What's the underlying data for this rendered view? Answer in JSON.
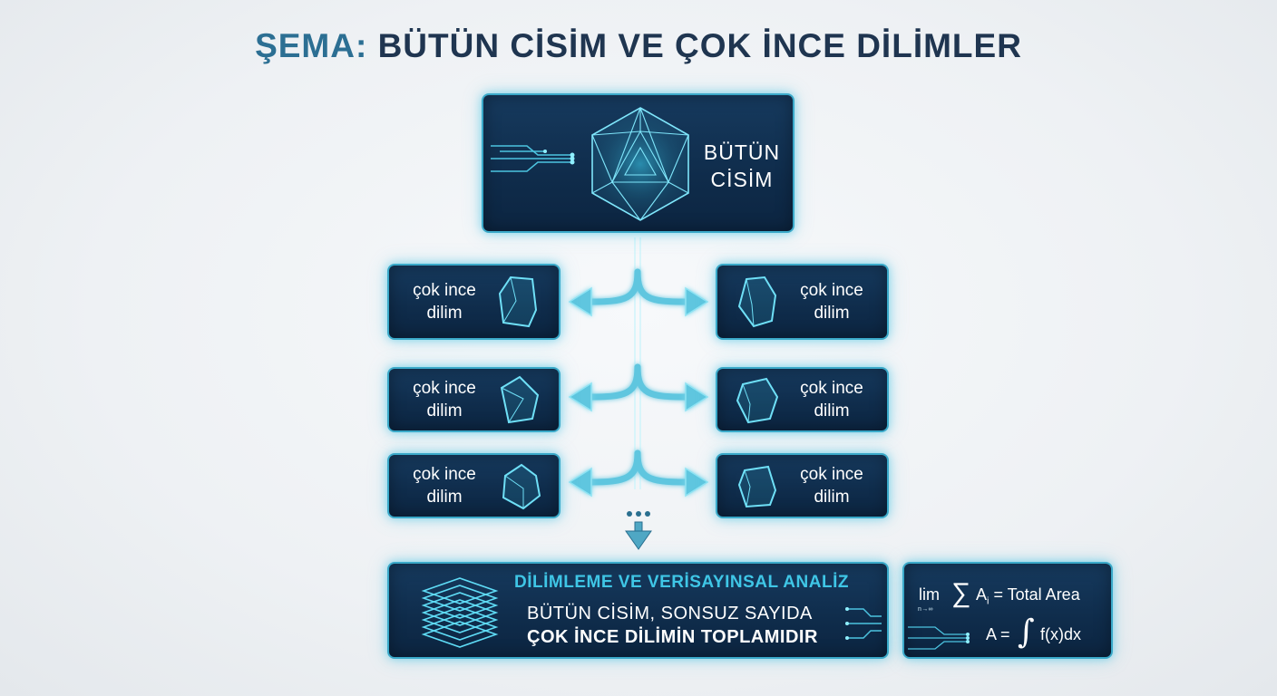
{
  "title": {
    "keyword": "ŞEMA:",
    "text": "BÜTÜN CİSİM VE ÇOK İNCE DİLİMLER"
  },
  "whole_body": {
    "line1": "BÜTÜN",
    "line2": "CİSİM",
    "icon": "icosahedron-icon"
  },
  "slices": [
    {
      "line1": "çok ince",
      "line2": "dilim",
      "icon": "slice-polygon-icon"
    },
    {
      "line1": "çok ince",
      "line2": "dilim",
      "icon": "slice-polygon-icon"
    },
    {
      "line1": "çok ince",
      "line2": "dilim",
      "icon": "slice-polygon-icon"
    },
    {
      "line1": "çok ince",
      "line2": "dilim",
      "icon": "slice-polygon-icon"
    },
    {
      "line1": "çok ince",
      "line2": "dilim",
      "icon": "slice-polygon-icon"
    },
    {
      "line1": "çok ince",
      "line2": "dilim",
      "icon": "slice-polygon-icon"
    }
  ],
  "analysis": {
    "heading": "DİLİMLEME VE VERİSAYINSAL ANALİZ",
    "line1": "BÜTÜN CİSİM, SONSUZ SAYIDA",
    "line2": "ÇOK İNCE DİLİMİN TOPLAMIDIR",
    "icon": "stacked-layers-icon"
  },
  "formula": {
    "lim": "lim",
    "lim_sub": "n→∞",
    "sigma": "∑",
    "sum_term": "A",
    "sum_index": "i",
    "sum_rhs": " = Total Area",
    "area_lhs": "A =",
    "integral": "∫",
    "integrand": "f(x)dx"
  },
  "colors": {
    "panel_bg": "#0f2c4b",
    "panel_border": "#3aa9c9",
    "glow": "#34bee2",
    "heading_cyan": "#3fc6e6",
    "title_dark": "#1f3550",
    "title_accent": "#2c6f93"
  }
}
